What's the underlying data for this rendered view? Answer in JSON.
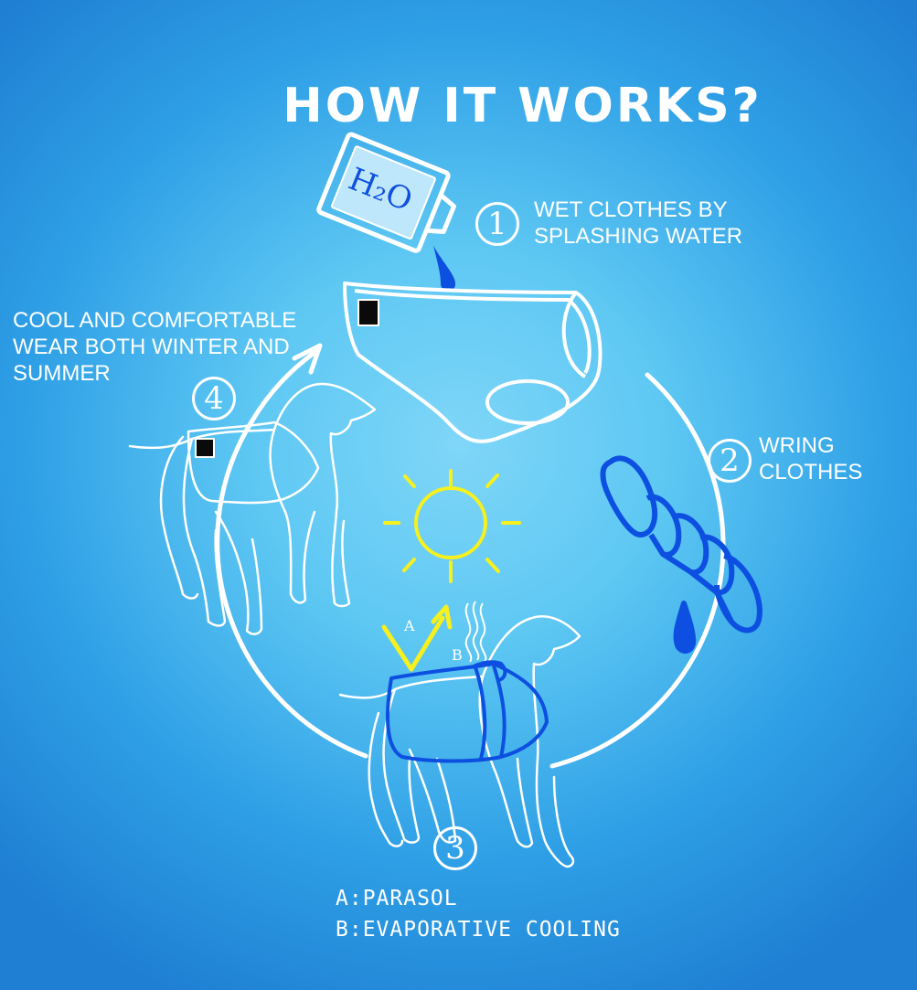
{
  "title": "HOW IT WORKS?",
  "bottle_label": "H₂O",
  "steps": [
    {
      "number": "1",
      "lines": [
        "WET CLOTHES BY",
        "SPLASHING WATER"
      ]
    },
    {
      "number": "2",
      "lines": [
        "WRING",
        "CLOTHES"
      ]
    },
    {
      "number": "3",
      "lines": [
        "A:PARASOL",
        "B:EVAPORATIVE COOLING"
      ]
    },
    {
      "number": "4",
      "lines": [
        "COOL AND COMFORTABLE",
        "WEAR BOTH WINTER AND",
        "SUMMER"
      ]
    }
  ],
  "ray_labels": {
    "a": "A",
    "b": "B"
  },
  "colors": {
    "outline": "#ffffff",
    "water_blue": "#0d4fe0",
    "sun_yellow": "#f6f01e",
    "background_center": "#7fd6f8",
    "background_edge": "#1f7fd2"
  },
  "icons": [
    "water-bottle-icon",
    "water-drop-icon",
    "vest-icon",
    "wrung-cloth-icon",
    "sun-icon",
    "dog-icon",
    "heat-waves-icon",
    "cycle-arrow-icon"
  ]
}
